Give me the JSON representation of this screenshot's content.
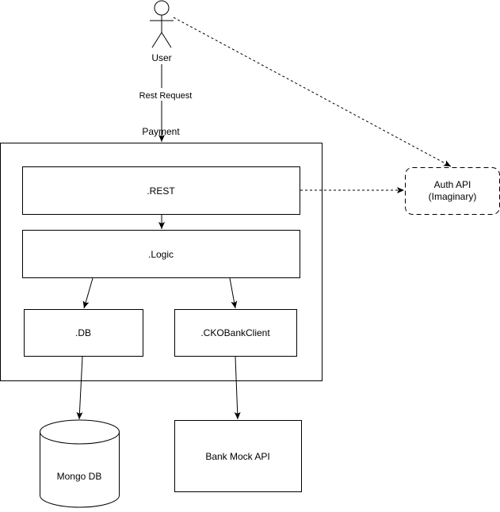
{
  "actor": {
    "label": "User"
  },
  "edges": {
    "user_to_payment": {
      "label": "Rest Request"
    }
  },
  "container": {
    "label": "Payment"
  },
  "nodes": {
    "rest": ".REST",
    "logic": ".Logic",
    "db": ".DB",
    "cko": ".CKOBankClient",
    "mongo": "Mongo DB",
    "bank_mock": "Bank Mock API",
    "auth_line1": "Auth API",
    "auth_line2": "(Imaginary)"
  },
  "colors": {
    "stroke": "#000000",
    "fill": "#ffffff"
  }
}
